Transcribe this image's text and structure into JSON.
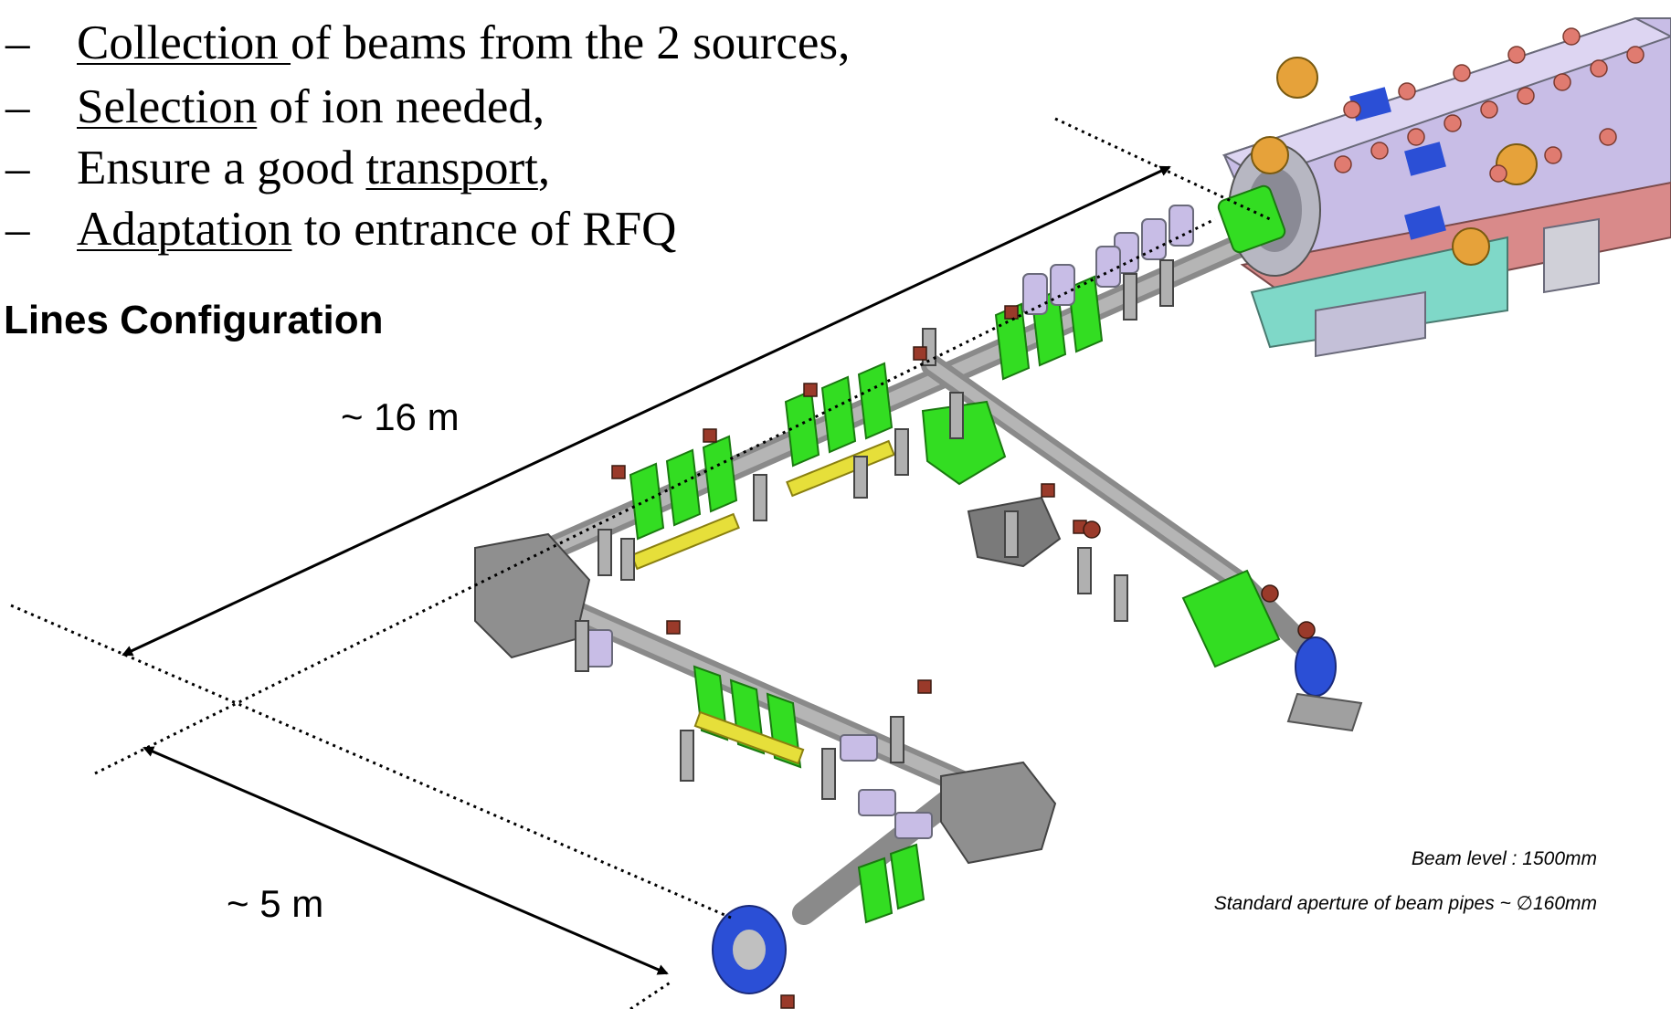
{
  "bullets": [
    {
      "pre": "",
      "u": "Collection ",
      "post": "of beams from the 2 sources,"
    },
    {
      "pre": "",
      "u": "Selection",
      "post": " of ion needed,"
    },
    {
      "pre": "Ensure a good ",
      "u": "transport",
      "post": ","
    },
    {
      "pre": "",
      "u": "Adaptation",
      "post": " to entrance of RFQ"
    }
  ],
  "dash": "–",
  "heading": "Lines Configuration",
  "dimensions": {
    "long": "~ 16 m",
    "short": "~ 5 m"
  },
  "notes": {
    "beam_level": "Beam level : 1500mm",
    "aperture": "Standard aperture of beam pipes ~ ∅160mm"
  },
  "colors": {
    "magnet_green": "#33dd22",
    "steel_grey": "#9a9a9a",
    "dark_grey": "#6e6e6e",
    "lavender": "#c8bde6",
    "yellow": "#e6df3a",
    "blue": "#2b4fd6",
    "red": "#cc3333",
    "pink": "#d98a8a",
    "teal": "#7fd8c8",
    "orange": "#e6a23a"
  }
}
